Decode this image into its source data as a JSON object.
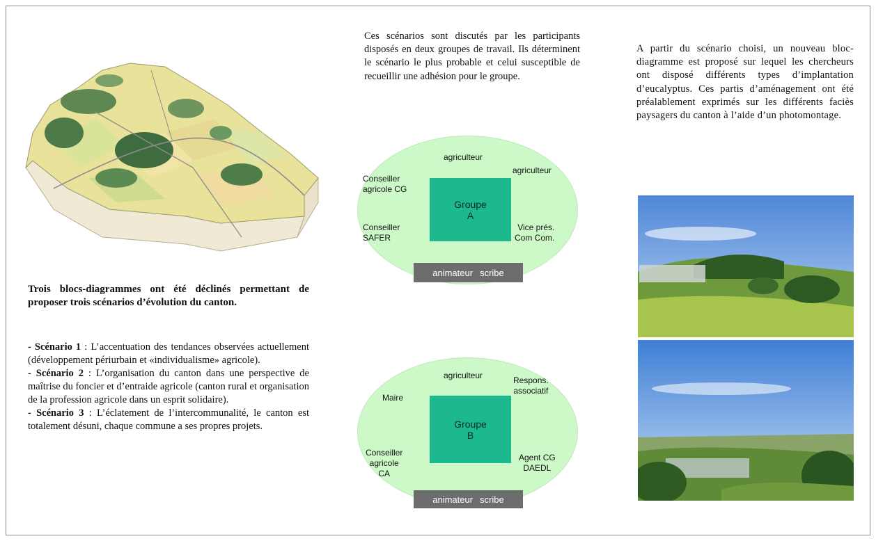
{
  "intro_heading": "Trois blocs-diagrammes ont été déclinés permettant de proposer trois scénarios d’évolution du canton.",
  "scenarios": [
    {
      "label": "- Scénario 1",
      "text": " : L’accentuation des tendances observées actuellement (développement périurbain et «individualisme» agricole)."
    },
    {
      "label": "- Scénario 2",
      "text": " : L’organisation du canton dans une perspective de maîtrise du foncier et d’entraide agricole (canton rural et organisation de la profession agricole dans un esprit solidaire)."
    },
    {
      "label": "- Scénario 3",
      "text": " : L’éclatement de l’intercommunalité, le canton est totalement désuni, chaque commune a ses propres projets."
    }
  ],
  "middle_text": "Ces scénarios sont discutés par les participants disposés en deux groupes de travail. Ils déterminent le scénario le plus probable et celui susceptible de recueillir une adhésion pour le groupe.",
  "group_a": {
    "title": "Groupe",
    "letter": "A",
    "participants": {
      "top": "agriculteur",
      "top_right": "agriculteur",
      "left_top": "Conseiller\nagricole CG",
      "left_bottom": "Conseiller\nSAFER",
      "right_bottom": "Vice prés.\nCom Com."
    },
    "staff": [
      "animateur",
      "scribe"
    ]
  },
  "group_b": {
    "title": "Groupe",
    "letter": "B",
    "participants": {
      "top": "agriculteur",
      "top_right": "Respons.\nassociatif",
      "left_top": "Maire",
      "left_bottom": "Conseiller\nagricole\nCA",
      "right_bottom": "Agent CG\nDAEDL"
    },
    "staff": [
      "animateur",
      "scribe"
    ]
  },
  "right_text": "A partir du scénario choisi, un nouveau bloc-diagramme est proposé sur lequel les chercheurs ont disposé différents types d’implantation d’eucalyptus. Ces partis d’aménagement ont été préalablement exprimés sur les différents faciès paysagers du canton à l’aide d’un photomontage.",
  "colors": {
    "ellipse_fill": "#ccf9c7",
    "group_box": "#1cb98e",
    "staff_bar": "#6d6d6d",
    "frame_border": "#8a8a8a"
  },
  "icons": {
    "map_illustration": "landscape-block-diagram",
    "photo_1": "landscape-photo-eucalyptus-hill",
    "photo_2": "landscape-photo-valley-view"
  }
}
